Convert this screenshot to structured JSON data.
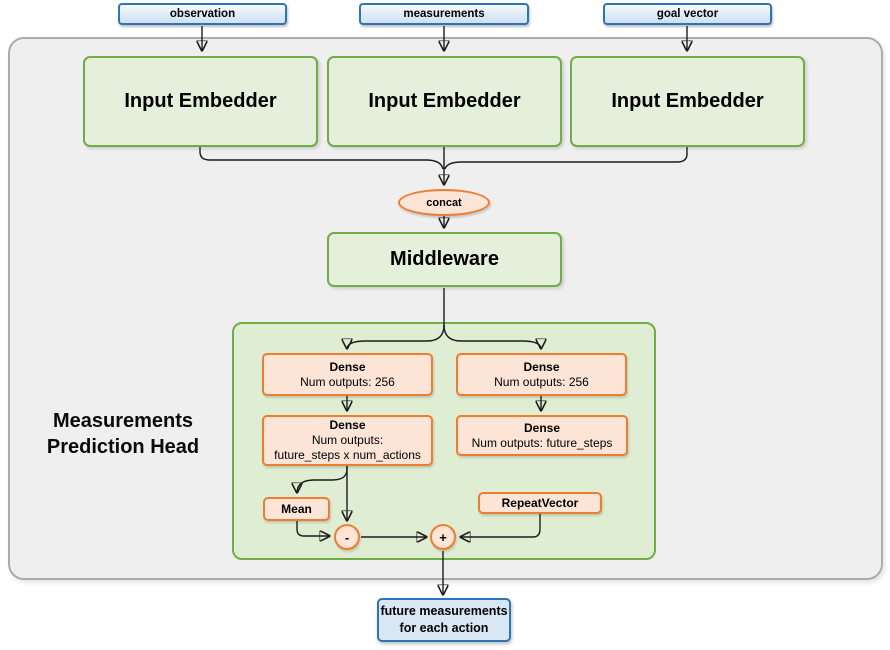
{
  "inputs": [
    {
      "label": "observation"
    },
    {
      "label": "measurements"
    },
    {
      "label": "goal vector"
    }
  ],
  "embedders": [
    {
      "label": "Input Embedder"
    },
    {
      "label": "Input Embedder"
    },
    {
      "label": "Input Embedder"
    }
  ],
  "concat": {
    "label": "concat"
  },
  "middleware": {
    "label": "Middleware"
  },
  "head": {
    "title": {
      "line1": "Measurements",
      "line2": "Prediction Head"
    },
    "dense_left_top": {
      "title": "Dense",
      "subtitle": "Num outputs: 256"
    },
    "dense_right_top": {
      "title": "Dense",
      "subtitle": "Num outputs: 256"
    },
    "dense_left_bottom": {
      "title": "Dense",
      "subtitle_line1": "Num outputs:",
      "subtitle_line2": "future_steps x num_actions"
    },
    "dense_right_bottom": {
      "title": "Dense",
      "subtitle": "Num outputs: future_steps"
    },
    "mean": {
      "label": "Mean"
    },
    "repeat_vector": {
      "label": "RepeatVector"
    },
    "minus": {
      "symbol": "-"
    },
    "plus": {
      "symbol": "+"
    }
  },
  "output": {
    "line1": "future measurements",
    "line2": "for each action"
  },
  "colors": {
    "green_border": "#70AD47",
    "green_fill": "#E4F0DB",
    "head_fill": "#DFEDD2",
    "orange_border": "#ED7D31",
    "orange_fill": "#FCE4D6",
    "blue_border": "#2E75B6",
    "blue_fill": "#D9E7F5",
    "gray_fill": "#EFEFEF",
    "gray_border": "#ABABAB"
  }
}
